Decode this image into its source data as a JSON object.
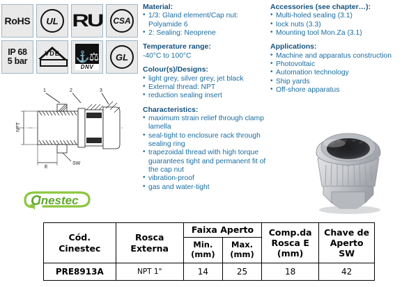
{
  "certifications": {
    "row1": [
      {
        "name": "rohs-badge",
        "label": "RoHS",
        "style": "text"
      },
      {
        "name": "ul-badge",
        "label": "UL",
        "style": "circle"
      },
      {
        "name": "curus-badge",
        "label": "RU",
        "style": "ru"
      },
      {
        "name": "csa-badge",
        "label": "CSA",
        "style": "circle"
      }
    ],
    "row2": [
      {
        "name": "ip-rating-badge",
        "label": "IP 68",
        "label2": "5 bar",
        "style": "text2"
      },
      {
        "name": "vde-badge",
        "label": "VDE",
        "style": "vde"
      },
      {
        "name": "dnv-badge",
        "label": "DNV",
        "style": "dnv"
      },
      {
        "name": "gl-badge",
        "label": "GL",
        "style": "circle"
      }
    ]
  },
  "drawing": {
    "callouts": [
      "1",
      "2",
      "3"
    ],
    "dim_thread": "NPT",
    "dim_e": "E",
    "dim_sw": "SW"
  },
  "logo": {
    "text": "Cinestec",
    "color": "#6cbb44"
  },
  "middle_column": {
    "material": {
      "heading": "Material:",
      "items": [
        "1/3: Gland element/Cap nut: Polyamide 6",
        "2: Sealing: Neoprene"
      ]
    },
    "temperature": {
      "heading": "Temperature range:",
      "value": "-40°C to 100°C"
    },
    "colours": {
      "heading": "Colour(s)/Designs:",
      "items": [
        "light grey, silver grey, jet black",
        "External thread: NPT",
        "reduction sealing insert"
      ]
    },
    "characteristics": {
      "heading": "Characteristics:",
      "items": [
        "maximum strain relief through clamp lamella",
        "seal-tight to enclosure rack through sealing ring",
        "trapezoidal thread with high torque guarantees tight and permanent fit of the cap nut",
        "vibration-proof",
        "gas and water-tight"
      ]
    }
  },
  "right_column": {
    "accessories": {
      "heading": "Accessories (see chapter…):",
      "items": [
        "Multi-holed sealing (3.1)",
        "lock nuts (3.3)",
        "Mounting tool Mon.Za (3.1)"
      ]
    },
    "applications": {
      "heading": "Applications:",
      "items": [
        "Machine and apparatus construction",
        "Photovoltaic",
        "Automation technology",
        "Ship yards",
        "Off-shore apparatus"
      ]
    }
  },
  "spec_table": {
    "headers": {
      "code": "Cód. Cinestec",
      "code_l1": "Cód.",
      "code_l2": "Cinestec",
      "thread_l1": "Rosca",
      "thread_l2": "Externa",
      "range_group": "Faixa Aperto",
      "min_l1": "Min.",
      "min_l2": "(mm)",
      "max_l1": "Max.",
      "max_l2": "(mm)",
      "length_l1": "Comp.da",
      "length_l2": "Rosca E",
      "length_l3": "(mm)",
      "wrench_l1": "Chave de",
      "wrench_l2": "Aperto",
      "wrench_l3": "SW"
    },
    "rows": [
      {
        "code": "PRE8913A",
        "thread": "NPT 1\"",
        "min": "14",
        "max": "25",
        "length": "18",
        "wrench": "42"
      }
    ]
  },
  "colors": {
    "heading_blue": "#15537f",
    "body_blue": "#1a6da3",
    "badge_bg": "#e9e9e9",
    "badge_border": "#9fb6c6",
    "logo_green": "#6cbb44"
  }
}
